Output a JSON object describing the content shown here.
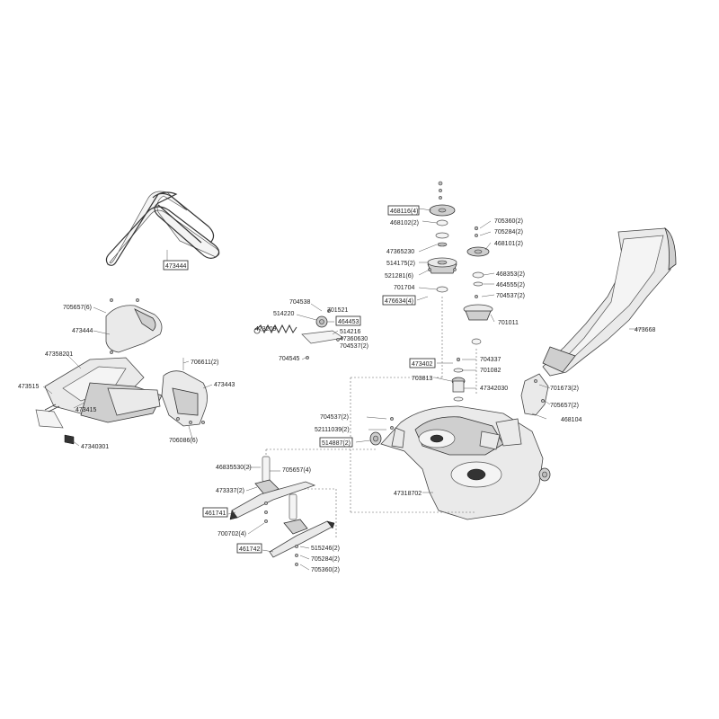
{
  "labels": {
    "belt": "473444",
    "chute_upper": "473668",
    "cover_left": "473444",
    "cover_label_705657_6": "705657(6)",
    "cover_label_47358201": "47358201",
    "cover_label_473515": "473515",
    "cover_label_473415": "473415",
    "cover_label_47340301": "47340301",
    "cover_label_706611_2": "706611(2)",
    "cover_label_473443": "473443",
    "cover_label_706086_6": "706086(6)",
    "tens_704538": "704538",
    "tens_701521": "701521",
    "tens_514220": "514220",
    "tens_464453": "464453",
    "tens_473209": "473209",
    "tens_514216": "514216",
    "tens_47360630": "47360630",
    "tens_704537_2a": "704537(2)",
    "tens_704545": "704545",
    "sp_468116_4": "468116(4)",
    "sp_468102_2": "468102(2)",
    "sp_47365230": "47365230",
    "sp_514175_2": "514175(2)",
    "sp_521281_6": "521281(6)",
    "sp_701704": "701704",
    "sp_476634_4": "476634(4)",
    "sp_705360_2": "705360(2)",
    "sp_705284_2": "705284(2)",
    "sp_468101_2": "468101(2)",
    "sp_468353_2": "468353(2)",
    "sp_464555_2": "464555(2)",
    "sp_704537_2b": "704537(2)",
    "sp_701011": "701011",
    "sp_473402": "473402",
    "sp_704337": "704337",
    "sp_701082": "701082",
    "sp_703813": "703813",
    "sp_47342030": "47342030",
    "chute_701673_2": "701673(2)",
    "chute_705657_2": "705657(2)",
    "chute_468104": "468104",
    "deck_704537_2": "704537(2)",
    "deck_52111039_2": "52111039(2)",
    "deck_514887_2": "514887(2)",
    "deck_47318702": "47318702",
    "bl_46835530_2": "46835530(2)",
    "bl_705657_4": "705657(4)",
    "bl_473337_2": "473337(2)",
    "bl_461741": "461741",
    "bl_700702_4": "700702(4)",
    "bl_461742": "461742",
    "bl_515246_2": "515246(2)",
    "bl_705284_2": "705284(2)",
    "bl_705360_2": "705360(2)"
  }
}
